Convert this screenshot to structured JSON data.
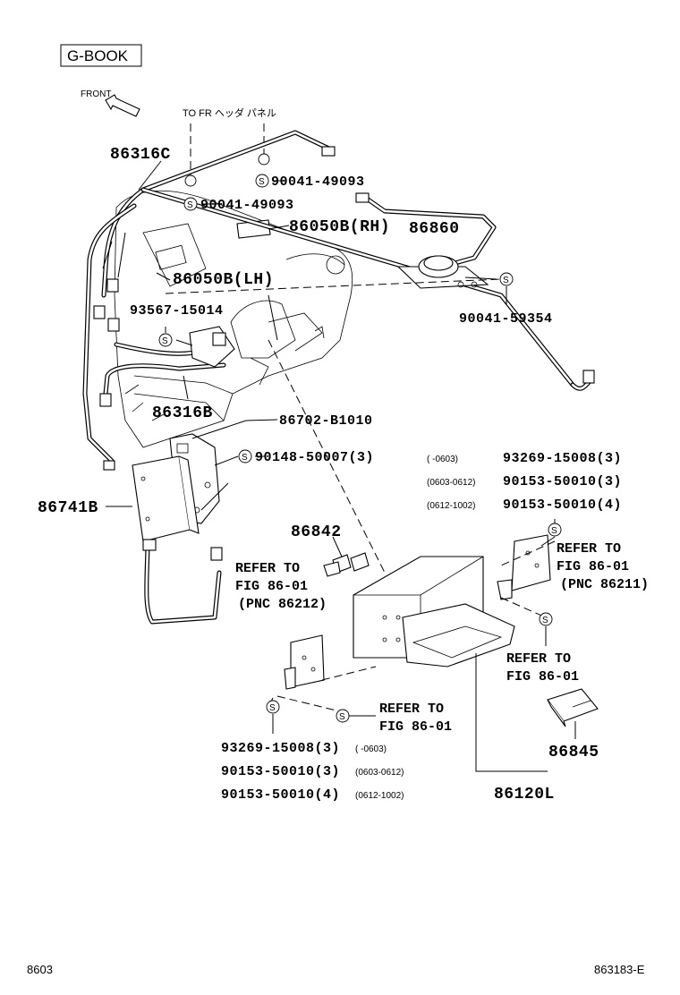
{
  "header": {
    "title": "G-BOOK"
  },
  "front_label": "FRONT",
  "note_to_panel": "TO FR ヘッダ パネル",
  "s_symbol": "S",
  "parts": {
    "p86316C": "86316C",
    "p90041_49093_a": "90041-49093",
    "p90041_49093_b": "90041-49093",
    "p86050B_RH": "86050B(RH)",
    "p86860": "86860",
    "p86050B_LH": "86050B(LH)",
    "p90041_59354": "90041-59354",
    "p93567_15014": "93567-15014",
    "p86316B": "86316B",
    "p86702_B1010": "86702-B1010",
    "p90148_50007": "90148-50007(3)",
    "p86741B": "86741B",
    "p86842": "86842",
    "p86845": "86845",
    "p86120L": "86120L"
  },
  "right_table": [
    {
      "range": "(     -0603)",
      "part": "93269-15008(3)"
    },
    {
      "range": "(0603-0612)",
      "part": "90153-50010(3)"
    },
    {
      "range": "(0612-1002)",
      "part": "90153-50010(4)"
    }
  ],
  "bottom_table": [
    {
      "part": "93269-15008(3)",
      "range": "(     -0603)"
    },
    {
      "part": "90153-50010(3)",
      "range": "(0603-0612)"
    },
    {
      "part": "90153-50010(4)",
      "range": "(0612-1002)"
    }
  ],
  "refs": {
    "ref_right": [
      "REFER TO",
      "FIG 86-01",
      "(PNC 86211)"
    ],
    "ref_left": [
      "REFER TO",
      "FIG 86-01",
      "(PNC 86212)"
    ],
    "ref_mid": [
      "REFER TO",
      "FIG 86-01"
    ],
    "ref_bottom": [
      "REFER TO",
      "FIG 86-01"
    ]
  },
  "footer": {
    "left": "8603",
    "right": "863183-E"
  }
}
